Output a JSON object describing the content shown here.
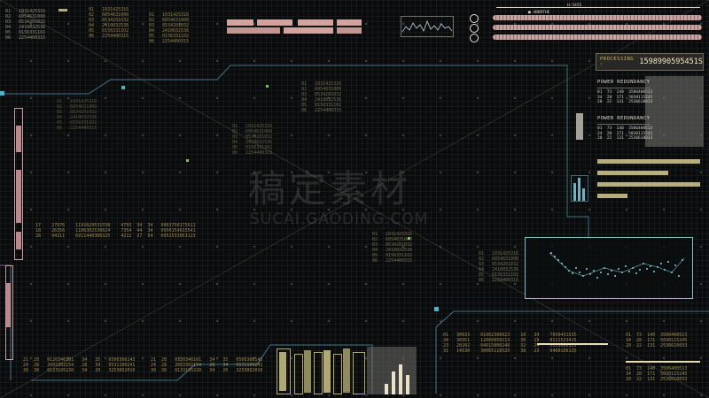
{
  "watermark": {
    "cn": "稿定素材",
    "en": "SUCAI.GAODING.COM"
  },
  "processing": {
    "label": "PROCESSING :",
    "value": "1598990595451S"
  },
  "sections": {
    "power_redundancy_1": "POWER REDUNDANCY",
    "power_redundancy_2": "POWER REDUNDANCY"
  },
  "top_status": {
    "label_a": "H-5455",
    "label_b": "■ 4BKRTHE"
  },
  "data_columns": {
    "left_top": "01   1031425316\n02   6054631000\n03   8534201032\n04   2410032536\n05   0156331102\n06   2254400315",
    "left_mid": "  17    27976    1191029531558    4793  34  34   0963750175611\n  18    26356    1106302530024    7354  44  34   0950154633541\n  28    94311    6911440306325    4211  27  54   6052533053123",
    "bottom_left": "21  20   0120346101   34   35   0500306143\n24  28   2603302154   28   34   0531100241\n30  30   0133105220   34   20   3253062010",
    "bottom_right": "01   30033    01002306023    10   34    7050431535\n34   30351    12060050213    30   19    0111523415\n23   20202    04015000240    32   24    3531000125\n31   14530    30065110525    38   23    0400156135",
    "bottom_far_right": "01  73  140  3506400513\n34  28  171  5030115245\n20  22  131  2536610033"
  },
  "colors": {
    "accent_teal": "#4fa3b4",
    "accent_pink": "#c9a3a0",
    "accent_khaki": "#b6ae7b",
    "background": "#0a0b0c"
  }
}
